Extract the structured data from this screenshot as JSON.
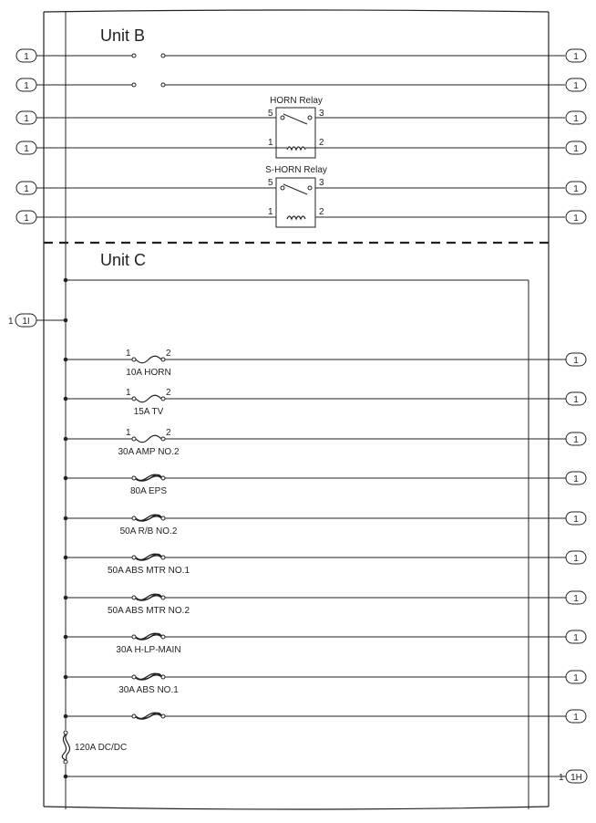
{
  "sections": {
    "unit_b_title": "Unit B",
    "unit_c_title": "Unit C"
  },
  "unit_b_connectors": [
    {
      "left": "1",
      "right": "1"
    },
    {
      "left": "1",
      "right": "1"
    },
    {
      "left": "1",
      "right": "1"
    },
    {
      "left": "1",
      "right": "1"
    },
    {
      "left": "1",
      "right": "1"
    },
    {
      "left": "1",
      "right": "1"
    }
  ],
  "relays": [
    {
      "name": "HORN Relay",
      "pins": {
        "p5": "5",
        "p3": "3",
        "p1": "1",
        "p2": "2"
      }
    },
    {
      "name": "S-HORN Relay",
      "pins": {
        "p5": "5",
        "p3": "3",
        "p1": "1",
        "p2": "2"
      }
    }
  ],
  "unit_c_input": {
    "pin": "1",
    "connector": "1I"
  },
  "fuses": [
    {
      "label": "10A HORN",
      "pin_left": "1",
      "pin_right": "2",
      "kind": "fuse",
      "connector": "1"
    },
    {
      "label": "15A TV",
      "pin_left": "1",
      "pin_right": "2",
      "kind": "fuse",
      "connector": "1"
    },
    {
      "label": "30A AMP NO.2",
      "pin_left": "1",
      "pin_right": "2",
      "kind": "fuse",
      "connector": "1"
    },
    {
      "label": "80A EPS",
      "pin_left": "",
      "pin_right": "",
      "kind": "fusible-link",
      "connector": "1"
    },
    {
      "label": "50A R/B NO.2",
      "pin_left": "",
      "pin_right": "",
      "kind": "fusible-link",
      "connector": "1"
    },
    {
      "label": "50A ABS MTR NO.1",
      "pin_left": "",
      "pin_right": "",
      "kind": "fusible-link",
      "connector": "1"
    },
    {
      "label": "50A ABS MTR NO.2",
      "pin_left": "",
      "pin_right": "",
      "kind": "fusible-link",
      "connector": "1"
    },
    {
      "label": "30A H-LP-MAIN",
      "pin_left": "",
      "pin_right": "",
      "kind": "fusible-link",
      "connector": "1"
    },
    {
      "label": "30A ABS NO.1",
      "pin_left": "",
      "pin_right": "",
      "kind": "fusible-link",
      "connector": "1"
    },
    {
      "label": "",
      "pin_left": "",
      "pin_right": "",
      "kind": "fusible-link",
      "connector": "1"
    }
  ],
  "dcdc_fuse": {
    "label": "120A DC/DC"
  },
  "unit_c_output": {
    "pin": "1",
    "connector": "1H"
  }
}
